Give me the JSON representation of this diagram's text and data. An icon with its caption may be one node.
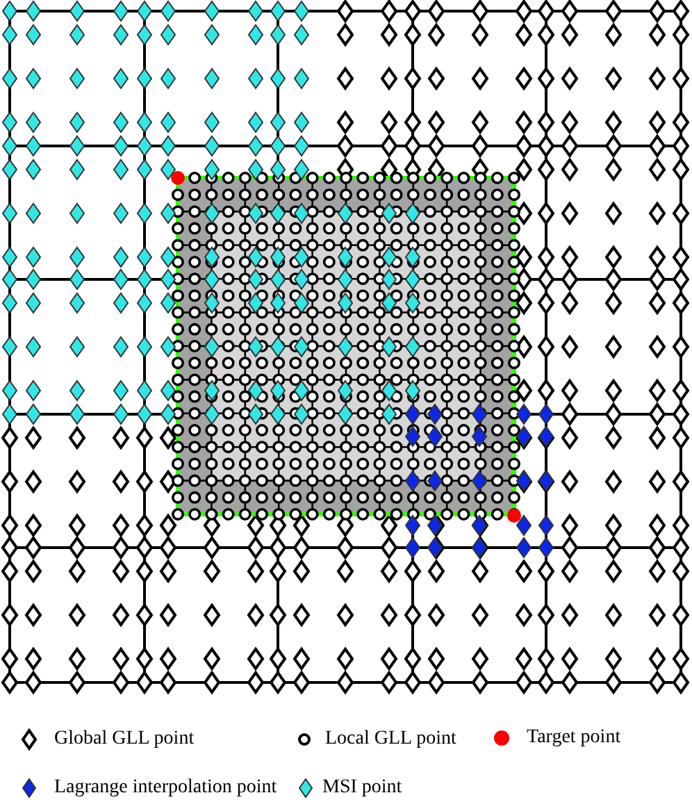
{
  "diagram": {
    "legend": [
      {
        "text": "Global GLL point"
      },
      {
        "text": "Local GLL point"
      },
      {
        "text": "Target point"
      },
      {
        "text": "Lagrange interpolation point"
      },
      {
        "text": "MSI point"
      }
    ]
  }
}
